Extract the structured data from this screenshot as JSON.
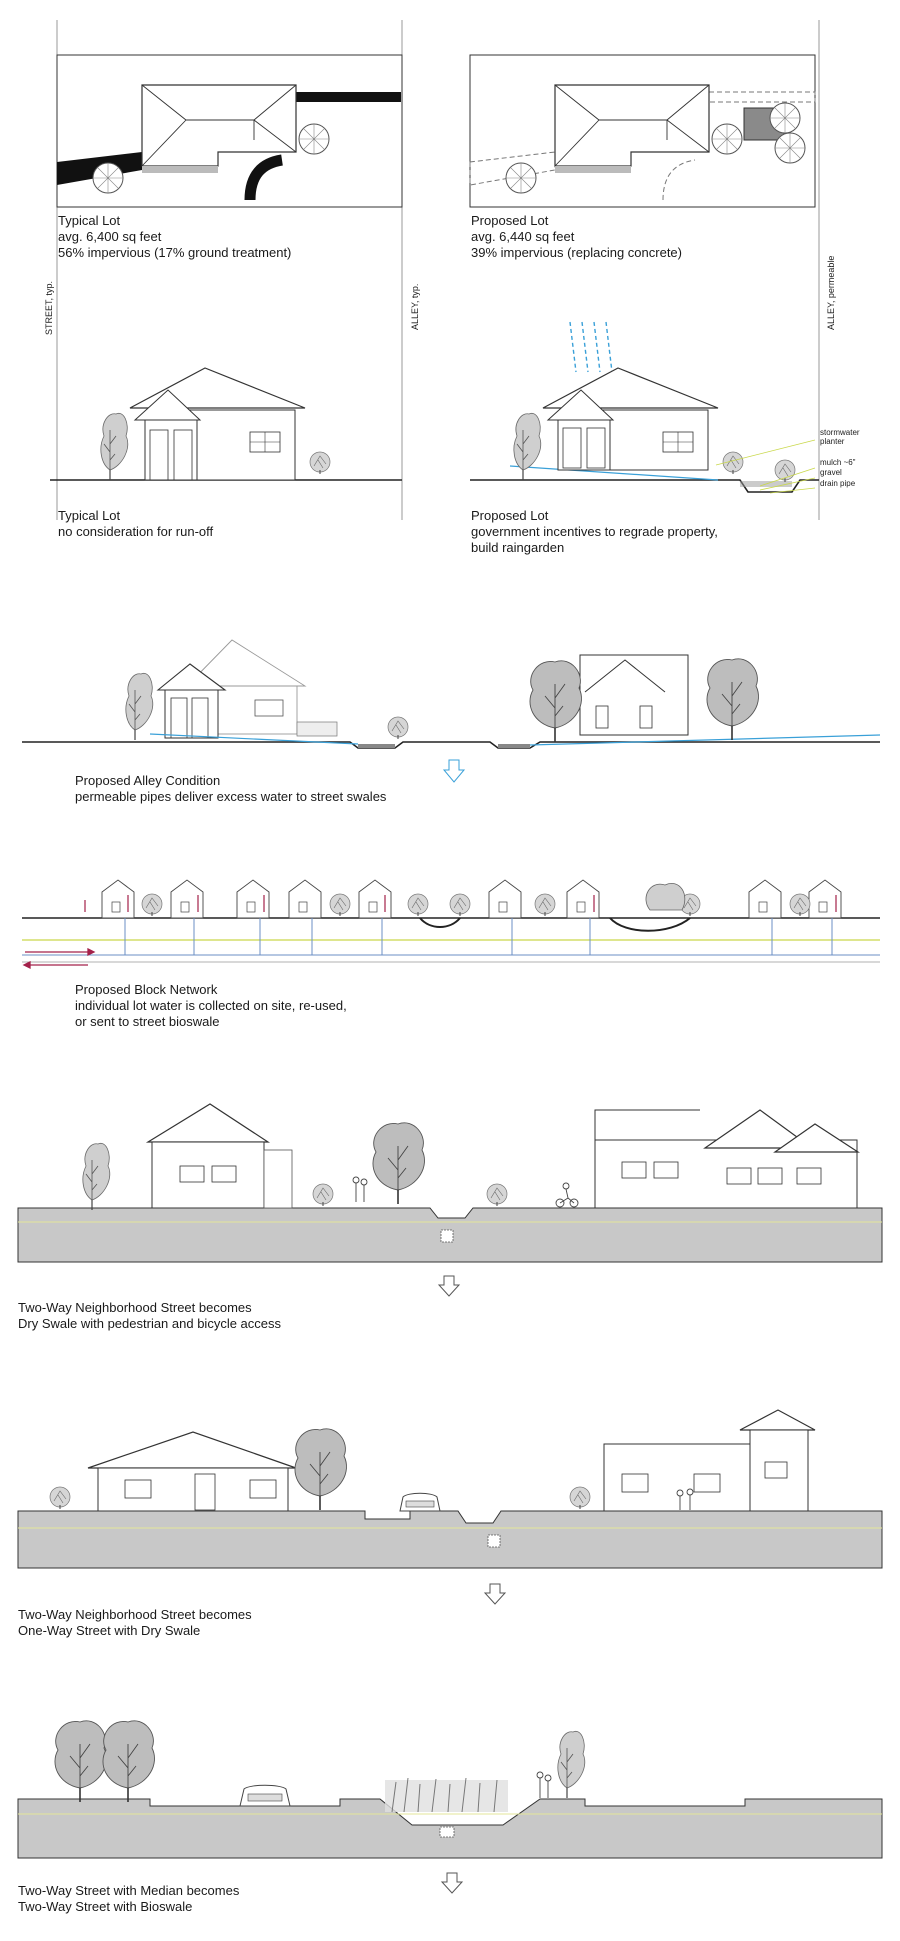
{
  "plan": {
    "typical": {
      "line1": "Typical Lot",
      "line2": "avg. 6,400 sq feet",
      "line3": "56% impervious (17% ground treatment)"
    },
    "proposed": {
      "line1": "Proposed Lot",
      "line2": "avg. 6,440 sq feet",
      "line3": "39% impervious  (replacing concrete)"
    }
  },
  "edge_labels": {
    "street": "STREET, typ.",
    "alley": "ALLEY, typ.",
    "alley_permeable": "ALLEY, permeable"
  },
  "section_lots": {
    "typical": {
      "line1": "Typical Lot",
      "line2": "no consideration for run-off"
    },
    "proposed": {
      "line1": "Proposed Lot",
      "line2": "government incentives to regrade property,",
      "line3": "build raingarden"
    },
    "annotations": {
      "planter_1": "stormwater",
      "planter_2": "planter",
      "mulch": "mulch ~6\"",
      "gravel": "gravel",
      "drain": "drain pipe"
    }
  },
  "alley": {
    "line1": "Proposed Alley Condition",
    "line2": "permeable pipes deliver excess water to street swales"
  },
  "block": {
    "line1": "Proposed Block Network",
    "line2": "individual lot water is collected on site, re-used,",
    "line3": "or sent to street bioswale"
  },
  "street1": {
    "line1": "Two-Way Neighborhood Street becomes",
    "line2": "Dry Swale with pedestrian and bicycle access"
  },
  "street2": {
    "line1": "Two-Way Neighborhood Street becomes",
    "line2": "One-Way Street with Dry Swale"
  },
  "street3": {
    "line1": "Two-Way Street with Median becomes",
    "line2": "Two-Way Street with Bioswale"
  },
  "colors": {
    "ink": "#2b2b2b",
    "water": "#3aa0d8",
    "pipe_yellow": "#c9d84a",
    "pipe_blue": "#6b8fc4",
    "road": "#c8c8c8",
    "arrow_red": "#a3214a"
  }
}
